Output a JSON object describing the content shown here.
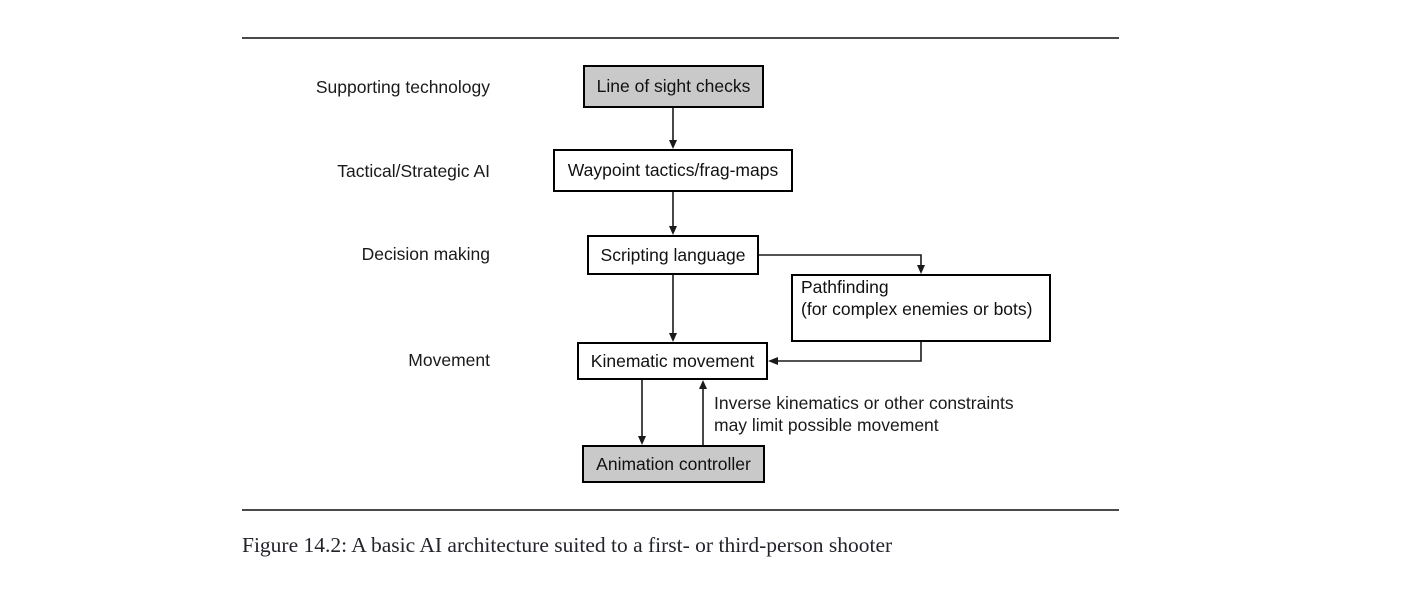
{
  "diagram": {
    "row_labels": [
      "Supporting technology",
      "Tactical/Strategic AI",
      "Decision making",
      "Movement"
    ],
    "nodes": {
      "line_of_sight": "Line of sight checks",
      "waypoint": "Waypoint tactics/frag-maps",
      "scripting": "Scripting language",
      "pathfinding": {
        "line1": "Pathfinding",
        "line2": "(for complex enemies or bots)"
      },
      "kinematic": "Kinematic movement",
      "animation": "Animation controller"
    },
    "annotation": {
      "line1": "Inverse kinematics or other constraints",
      "line2": "may limit possible movement"
    },
    "colors": {
      "gray_fill": "#c9c9c9",
      "white_fill": "#ffffff",
      "border": "#000000",
      "rule": "#4a4a4a",
      "text": "#1a1a1a"
    }
  },
  "caption": "Figure 14.2: A basic AI architecture suited to a first- or third-person shooter"
}
